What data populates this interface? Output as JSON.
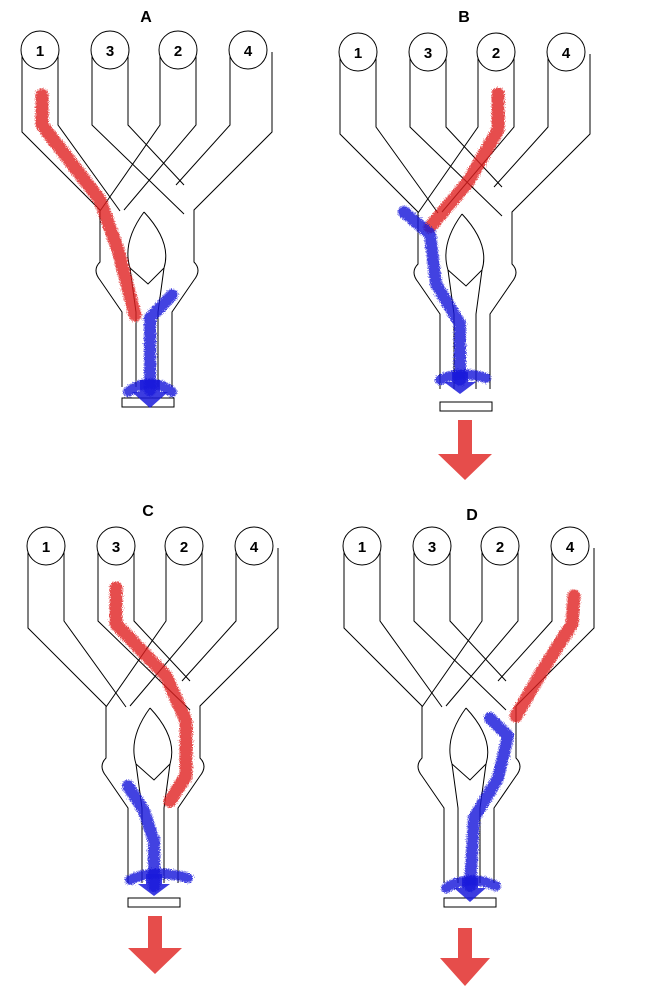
{
  "panels": [
    {
      "title": "A",
      "lanes": [
        "1",
        "3",
        "2",
        "4"
      ]
    },
    {
      "title": "B",
      "lanes": [
        "1",
        "3",
        "2",
        "4"
      ]
    },
    {
      "title": "C",
      "lanes": [
        "1",
        "3",
        "2",
        "4"
      ]
    },
    {
      "title": "D",
      "lanes": [
        "1",
        "3",
        "2",
        "4"
      ]
    }
  ],
  "colors": {
    "red": "#e0211e",
    "blue": "#1a1adb",
    "outline": "#000000"
  }
}
